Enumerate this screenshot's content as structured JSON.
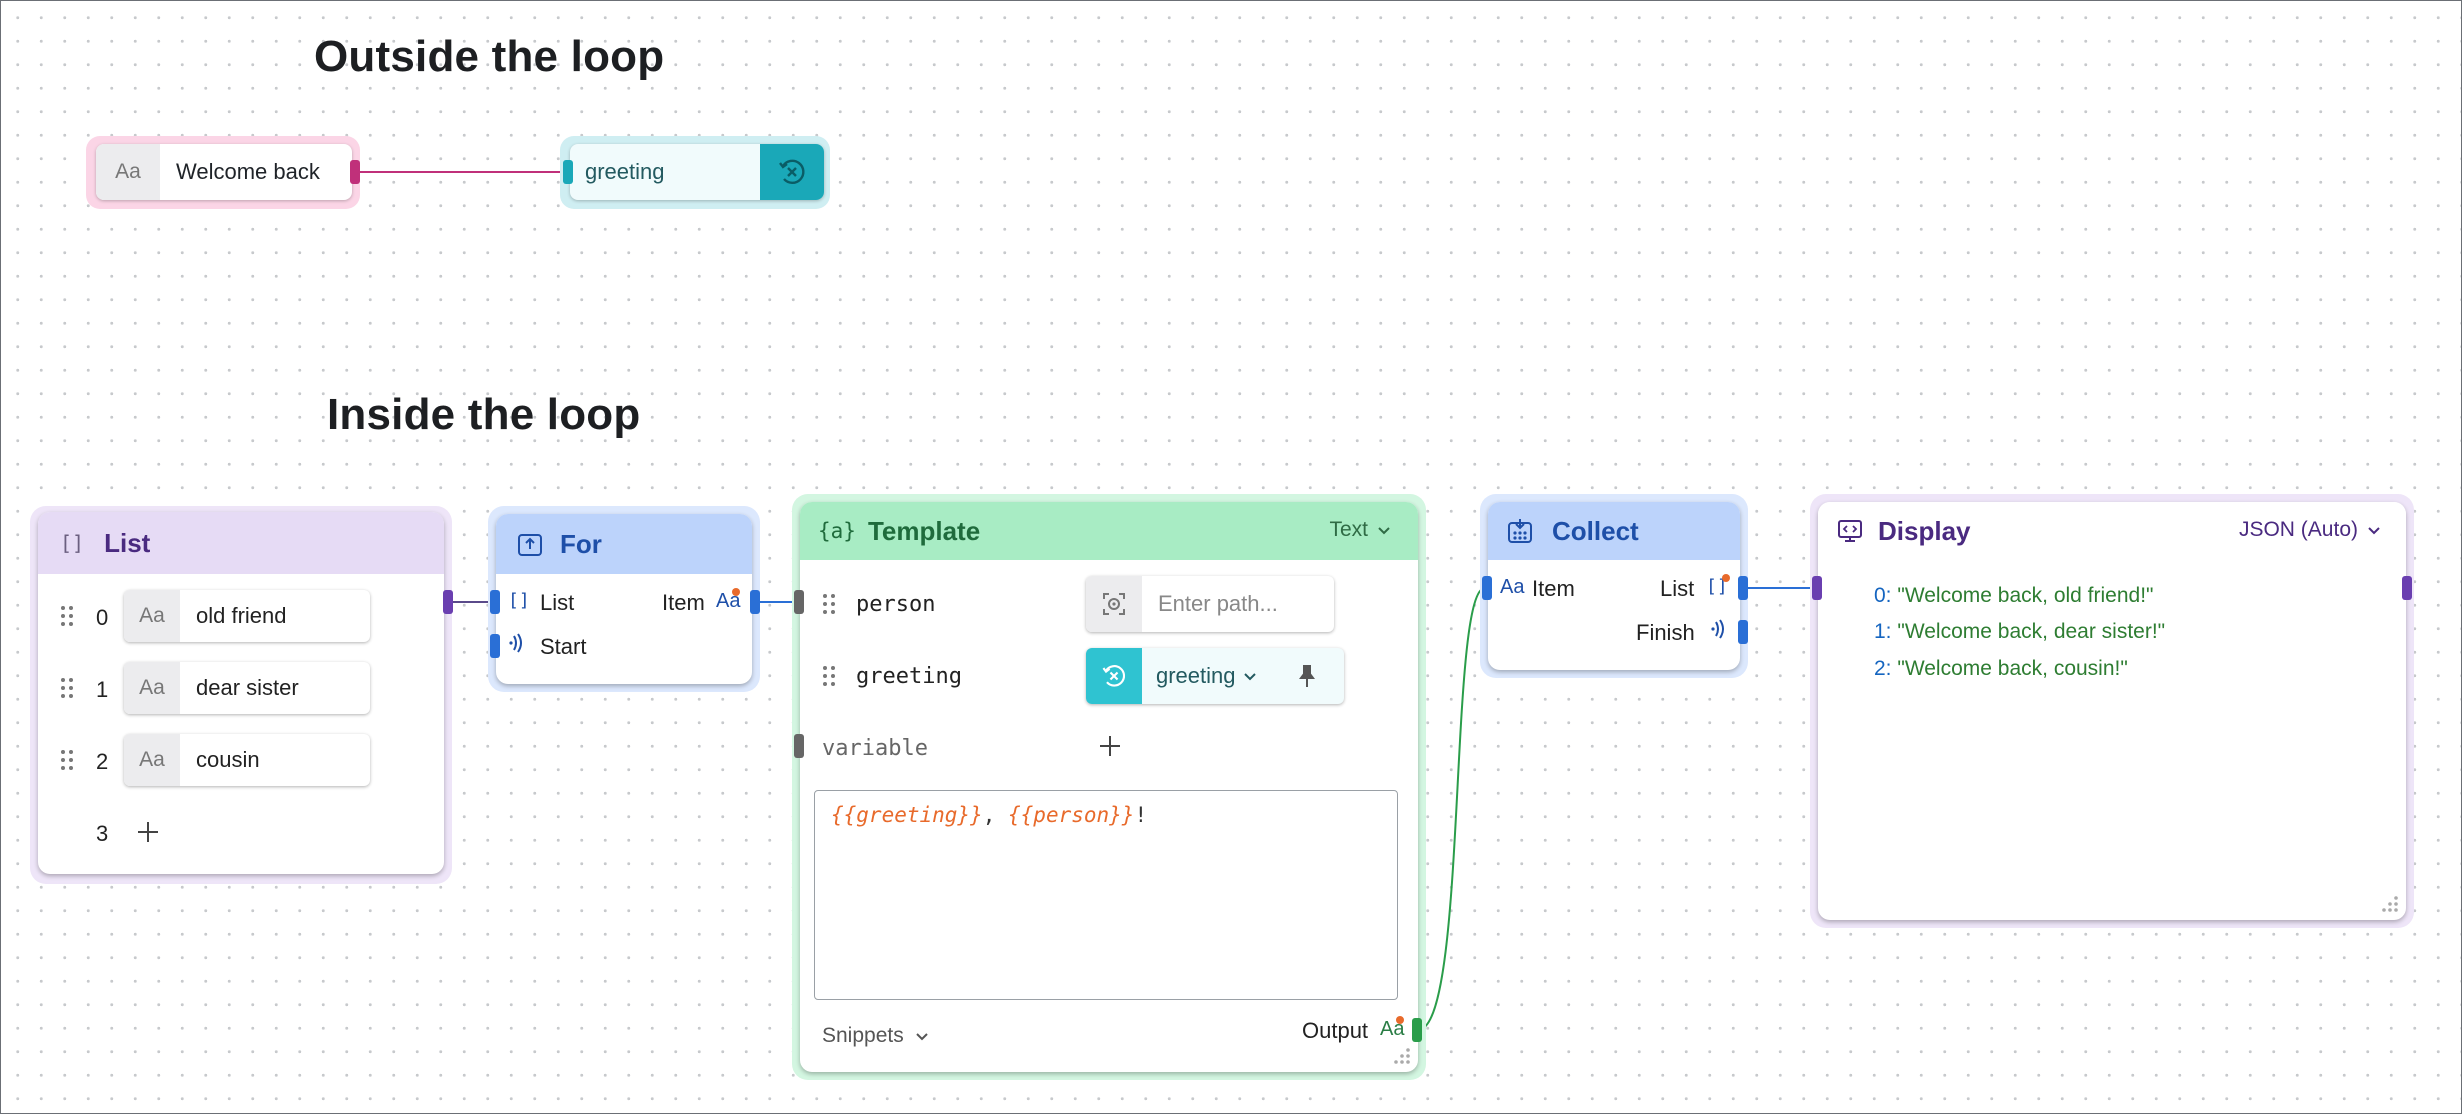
{
  "headings": {
    "outside": "Outside the loop",
    "inside": "Inside the loop"
  },
  "outside": {
    "text_node": {
      "type_badge": "Aa",
      "value": "Welcome back"
    },
    "variable_node": {
      "name": "greeting"
    }
  },
  "list_node": {
    "title": "List",
    "items": [
      {
        "index": "0",
        "type_badge": "Aa",
        "value": "old friend"
      },
      {
        "index": "1",
        "type_badge": "Aa",
        "value": "dear sister"
      },
      {
        "index": "2",
        "type_badge": "Aa",
        "value": "cousin"
      }
    ],
    "next_index": "3"
  },
  "for_node": {
    "title": "For",
    "inputs": [
      "List",
      "Start"
    ],
    "output": "Item",
    "output_badge": "Aa"
  },
  "template_node": {
    "title": "Template",
    "mode": "Text",
    "params": [
      {
        "name": "person",
        "placeholder": "Enter path..."
      },
      {
        "name": "greeting",
        "bound_variable": "greeting"
      }
    ],
    "add_variable_label": "variable",
    "template_text": {
      "var1": "{{greeting}}",
      "sep": ", ",
      "var2": "{{person}}",
      "end": "!"
    },
    "snippets_label": "Snippets",
    "output_label": "Output",
    "output_badge": "Aa"
  },
  "collect_node": {
    "title": "Collect",
    "input": "Item",
    "input_badge": "Aa",
    "outputs": [
      "List",
      "Finish"
    ]
  },
  "display_node": {
    "title": "Display",
    "mode": "JSON (Auto)",
    "lines": [
      {
        "index": "0:",
        "value": "\"Welcome back, old friend!\""
      },
      {
        "index": "1:",
        "value": "\"Welcome back, dear sister!\""
      },
      {
        "index": "2:",
        "value": "\"Welcome back, cousin!\""
      }
    ]
  },
  "colors": {
    "list_header": "#e6dbf5",
    "list_halo": "#eee5f8",
    "list_accent": "#4a2a80",
    "loop_header": "#bcd3fb",
    "loop_halo": "#dce8fd",
    "loop_accent": "#1e4fa8",
    "template_header": "#a8ecc4",
    "template_halo": "#d3f6e1",
    "template_accent": "#1f6b3c",
    "text_chip_halo": "#fbd5e6",
    "variable_halo": "#cfeef2",
    "variable_accent": "#1aa8b8",
    "template_var_orange": "#e86a2b",
    "json_string_green": "#2e7d32",
    "json_index_blue": "#1565c0"
  }
}
